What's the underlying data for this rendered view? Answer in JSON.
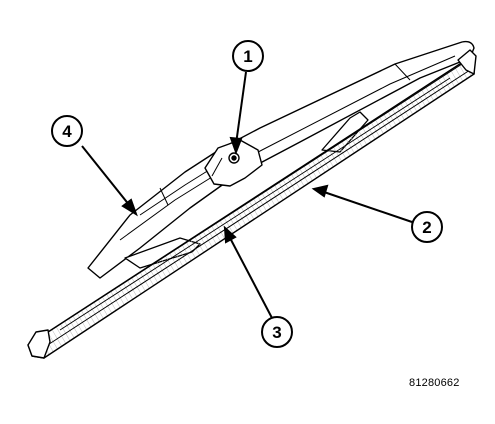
{
  "callouts": [
    {
      "id": "1",
      "label": "1"
    },
    {
      "id": "2",
      "label": "2"
    },
    {
      "id": "3",
      "label": "3"
    },
    {
      "id": "4",
      "label": "4"
    }
  ],
  "figure_id": "81280662",
  "colors": {
    "line": "#000000",
    "background": "#ffffff",
    "rubber_fill": "#e8e8e8"
  }
}
